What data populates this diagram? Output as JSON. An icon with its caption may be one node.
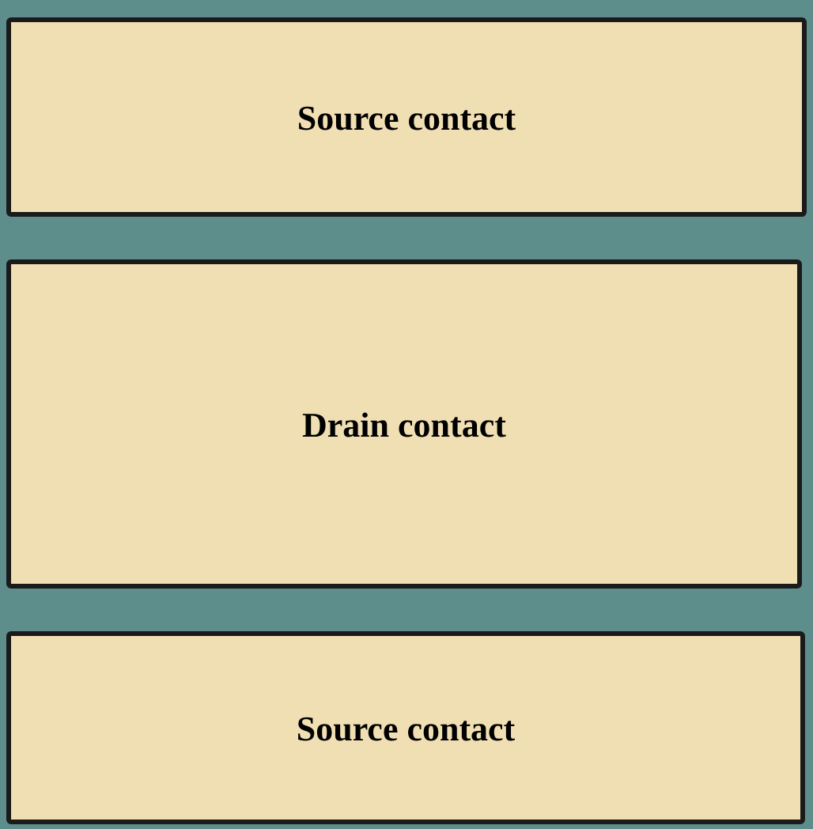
{
  "diagram": {
    "nodes": [
      {
        "text": [
          "Source contact"
        ]
      },
      {
        "text": [
          "Drain contact"
        ]
      },
      {
        "text": [
          "Source contact"
        ]
      }
    ]
  }
}
